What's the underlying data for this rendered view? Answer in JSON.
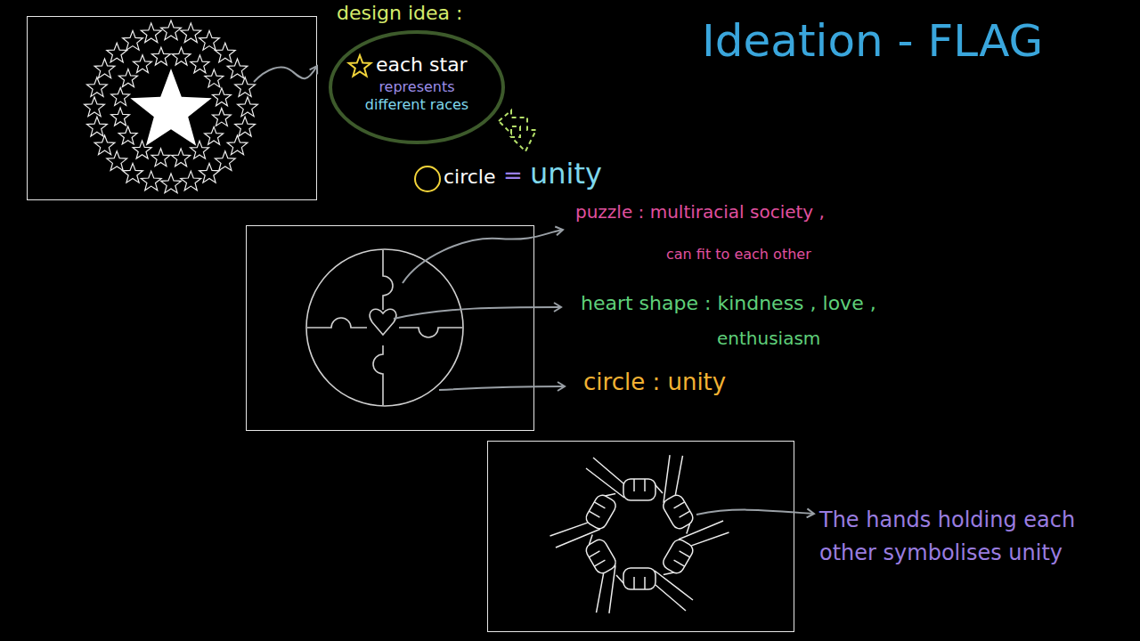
{
  "diagram": {
    "title": "Ideation - FLAG",
    "nodes": [
      {
        "text": [
          "design idea :",
          "each star",
          "represents",
          "different races"
        ]
      }
    ],
    "labels": [
      "circle",
      "=",
      "unity",
      "puzzle : multiracial society ,",
      "can fit to each other",
      "heart shape : kindness , love ,",
      "enthusiasm",
      "circle : unity",
      "The hands holding each other symbolises unity"
    ]
  }
}
